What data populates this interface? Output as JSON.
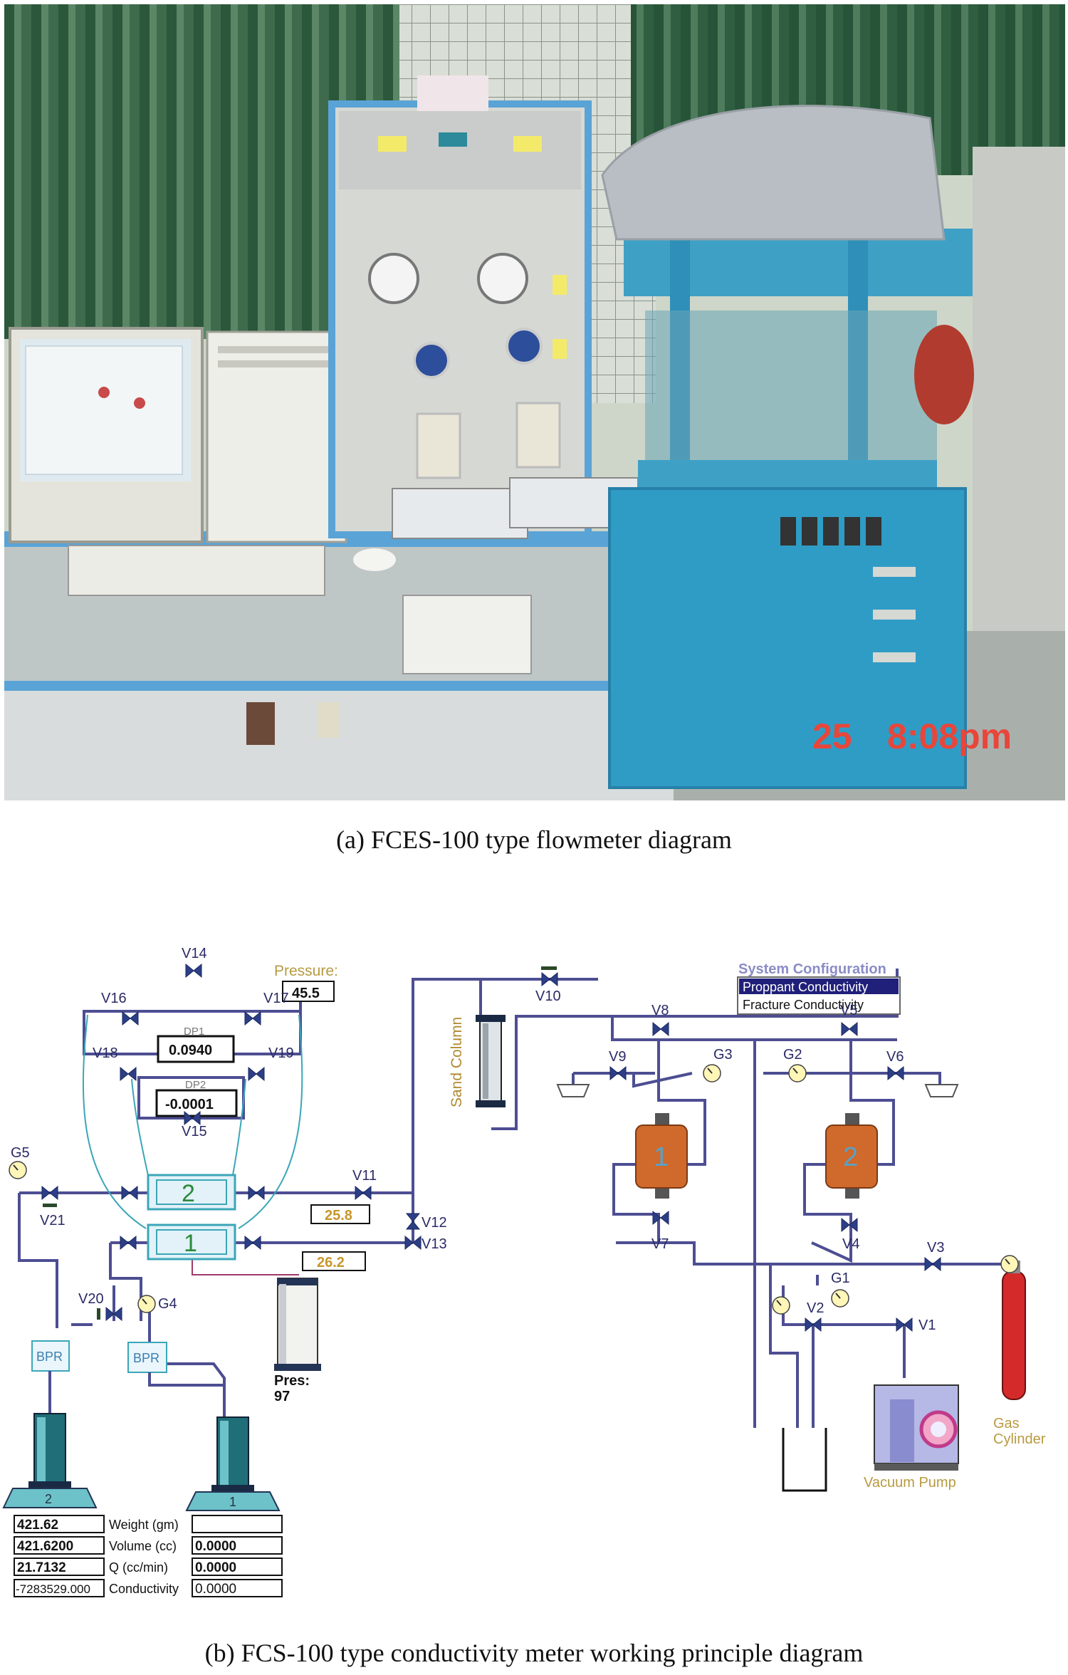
{
  "captions": {
    "a": "(a) FCES-100 type flowmeter diagram",
    "b": "(b) FCS-100 type conductivity meter working principle diagram"
  },
  "photo": {
    "timestamp_day": "25",
    "timestamp_time": "8:08pm"
  },
  "schematic": {
    "pressure_label": "Pressure:",
    "pressure_value": "45.5",
    "dp1_label": "DP1",
    "dp1_value": "0.0940",
    "dp2_label": "DP2",
    "dp2_value": "-0.0001",
    "temp_upper": "25.8",
    "temp_lower": "26.2",
    "pres_label": "Pres:",
    "pres_value": "97",
    "sand_column": "Sand Column",
    "system_config_title": "System Configuration",
    "system_config_options": [
      "Proppant Conductivity",
      "Fracture Conductivity"
    ],
    "vacuum_pump": "Vacuum Pump",
    "gas_cylinder_1": "Gas",
    "gas_cylinder_2": "Cylinder",
    "bpr": "BPR",
    "cell_left_2": "2",
    "cell_left_1": "1",
    "cell_right_1": "1",
    "cell_right_2": "2",
    "balance_left": "2",
    "balance_right": "1",
    "valves": {
      "v1": "V1",
      "v2": "V2",
      "v3": "V3",
      "v4": "V4",
      "v5": "V5",
      "v6": "V6",
      "v7": "V7",
      "v8": "V8",
      "v9": "V9",
      "v10": "V10",
      "v11": "V11",
      "v12": "V12",
      "v13": "V13",
      "v14": "V14",
      "v15": "V15",
      "v16": "V16",
      "v17": "V17",
      "v18": "V18",
      "v19": "V19",
      "v20": "V20",
      "v21": "V21"
    },
    "gauges": {
      "g1": "G1",
      "g2": "G2",
      "g3": "G3",
      "g4": "G4",
      "g5": "G5"
    },
    "table": {
      "rows": [
        {
          "left": "421.62",
          "label": "Weight (gm)",
          "right": ""
        },
        {
          "left": "421.6200",
          "label": "Volume (cc)",
          "right": "0.0000"
        },
        {
          "left": "21.7132",
          "label": "Q (cc/min)",
          "right": "0.0000"
        },
        {
          "left": "-7283529.000",
          "label": "Conductivity",
          "right": "0.0000"
        }
      ]
    }
  }
}
